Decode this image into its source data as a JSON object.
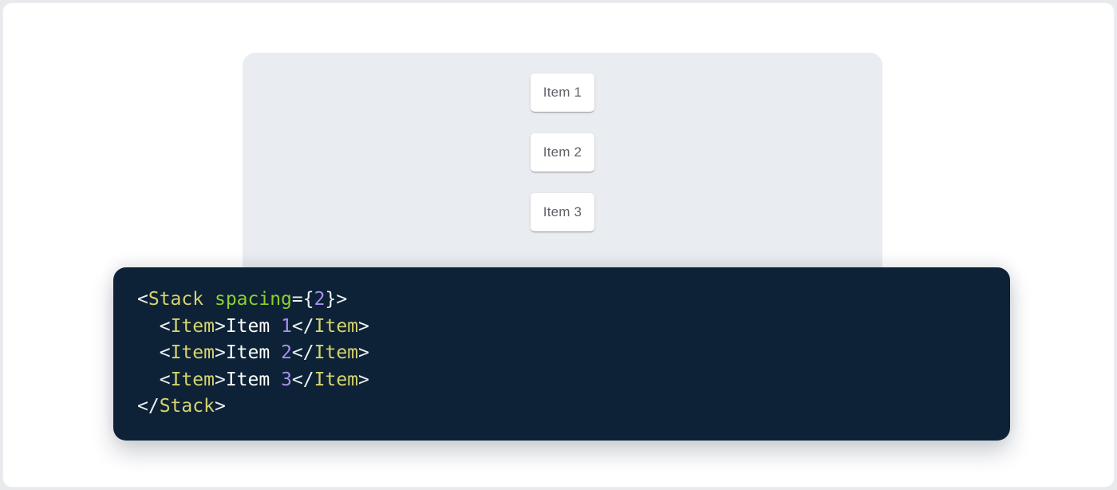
{
  "demo": {
    "items": [
      {
        "label": "Item 1"
      },
      {
        "label": "Item 2"
      },
      {
        "label": "Item 3"
      }
    ]
  },
  "code": {
    "language": "jsx",
    "source": "<Stack spacing={2}>\n  <Item>Item 1</Item>\n  <Item>Item 2</Item>\n  <Item>Item 3</Item>\n</Stack>",
    "lines": [
      [
        {
          "t": "<",
          "c": "punct"
        },
        {
          "t": "Stack",
          "c": "tag"
        },
        {
          "t": " ",
          "c": "plain"
        },
        {
          "t": "spacing",
          "c": "attr"
        },
        {
          "t": "={",
          "c": "punct"
        },
        {
          "t": "2",
          "c": "number"
        },
        {
          "t": "}>",
          "c": "punct"
        }
      ],
      [
        {
          "t": "  ",
          "c": "plain"
        },
        {
          "t": "<",
          "c": "punct"
        },
        {
          "t": "Item",
          "c": "tag"
        },
        {
          "t": ">",
          "c": "punct"
        },
        {
          "t": "Item ",
          "c": "plain"
        },
        {
          "t": "1",
          "c": "number"
        },
        {
          "t": "</",
          "c": "punct"
        },
        {
          "t": "Item",
          "c": "tag"
        },
        {
          "t": ">",
          "c": "punct"
        }
      ],
      [
        {
          "t": "  ",
          "c": "plain"
        },
        {
          "t": "<",
          "c": "punct"
        },
        {
          "t": "Item",
          "c": "tag"
        },
        {
          "t": ">",
          "c": "punct"
        },
        {
          "t": "Item ",
          "c": "plain"
        },
        {
          "t": "2",
          "c": "number"
        },
        {
          "t": "</",
          "c": "punct"
        },
        {
          "t": "Item",
          "c": "tag"
        },
        {
          "t": ">",
          "c": "punct"
        }
      ],
      [
        {
          "t": "  ",
          "c": "plain"
        },
        {
          "t": "<",
          "c": "punct"
        },
        {
          "t": "Item",
          "c": "tag"
        },
        {
          "t": ">",
          "c": "punct"
        },
        {
          "t": "Item ",
          "c": "plain"
        },
        {
          "t": "3",
          "c": "number"
        },
        {
          "t": "</",
          "c": "punct"
        },
        {
          "t": "Item",
          "c": "tag"
        },
        {
          "t": ">",
          "c": "punct"
        }
      ],
      [
        {
          "t": "</",
          "c": "punct"
        },
        {
          "t": "Stack",
          "c": "tag"
        },
        {
          "t": ">",
          "c": "punct"
        }
      ]
    ]
  },
  "colors": {
    "outer_background": "#e8eaed",
    "page_background": "#ffffff",
    "panel_background": "#e9ecf0",
    "item_background": "#ffffff",
    "item_text": "#5f6368",
    "code_background": "#0d2236",
    "token_tag": "#d7d36e",
    "token_attr": "#8cd02c",
    "token_number": "#a98eef",
    "token_punct": "#eef1f4",
    "token_plain": "#fdfdfd"
  }
}
